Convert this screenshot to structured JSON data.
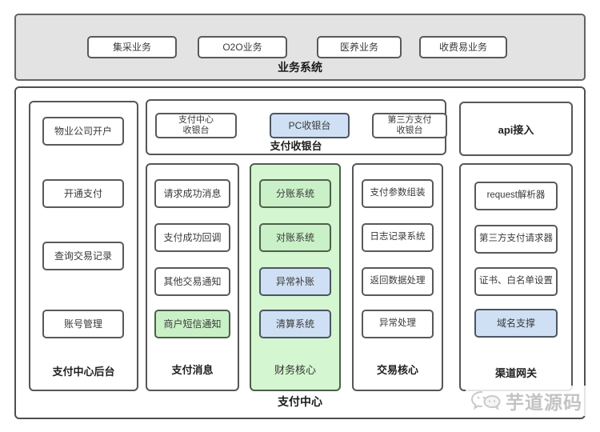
{
  "colors": {
    "top_section_bg": "#e3e3e3",
    "box_border": "#595959",
    "blue_box_bg": "#cfe0f4",
    "green_box_bg": "#c9f0c6",
    "green_group_bg": "#d4f6d0",
    "watermark_gray": "#c3c3c3"
  },
  "business_system": {
    "label": "业务系统",
    "boxes": [
      "集采业务",
      "O2O业务",
      "医养业务",
      "收费易业务"
    ]
  },
  "payment_center": {
    "label": "支付中心",
    "backend": {
      "label": "支付中心后台",
      "boxes": [
        "物业公司开户",
        "开通支付",
        "查询交易记录",
        "账号管理"
      ]
    },
    "cashier": {
      "label": "支付收银台",
      "boxes": [
        "支付中心\n收银台",
        "PC收银台",
        "第三方支付\n收银台"
      ]
    },
    "messages": {
      "label": "支付消息",
      "boxes": [
        "请求成功消息",
        "支付成功回调",
        "其他交易通知",
        "商户短信通知"
      ]
    },
    "finance": {
      "label": "财务核心",
      "boxes": [
        "分账系统",
        "对账系统",
        "异常补账",
        "清算系统"
      ]
    },
    "trade": {
      "label": "交易核心",
      "boxes": [
        "支付参数组装",
        "日志记录系统",
        "返回数据处理",
        "异常处理"
      ]
    },
    "api_box": "api接入",
    "gateway": {
      "label": "渠道网关",
      "boxes": [
        "request解析器",
        "第三方支付请求器",
        "证书、白名单设置",
        "域名支撑"
      ]
    }
  },
  "watermark": {
    "text": "芋道源码"
  }
}
